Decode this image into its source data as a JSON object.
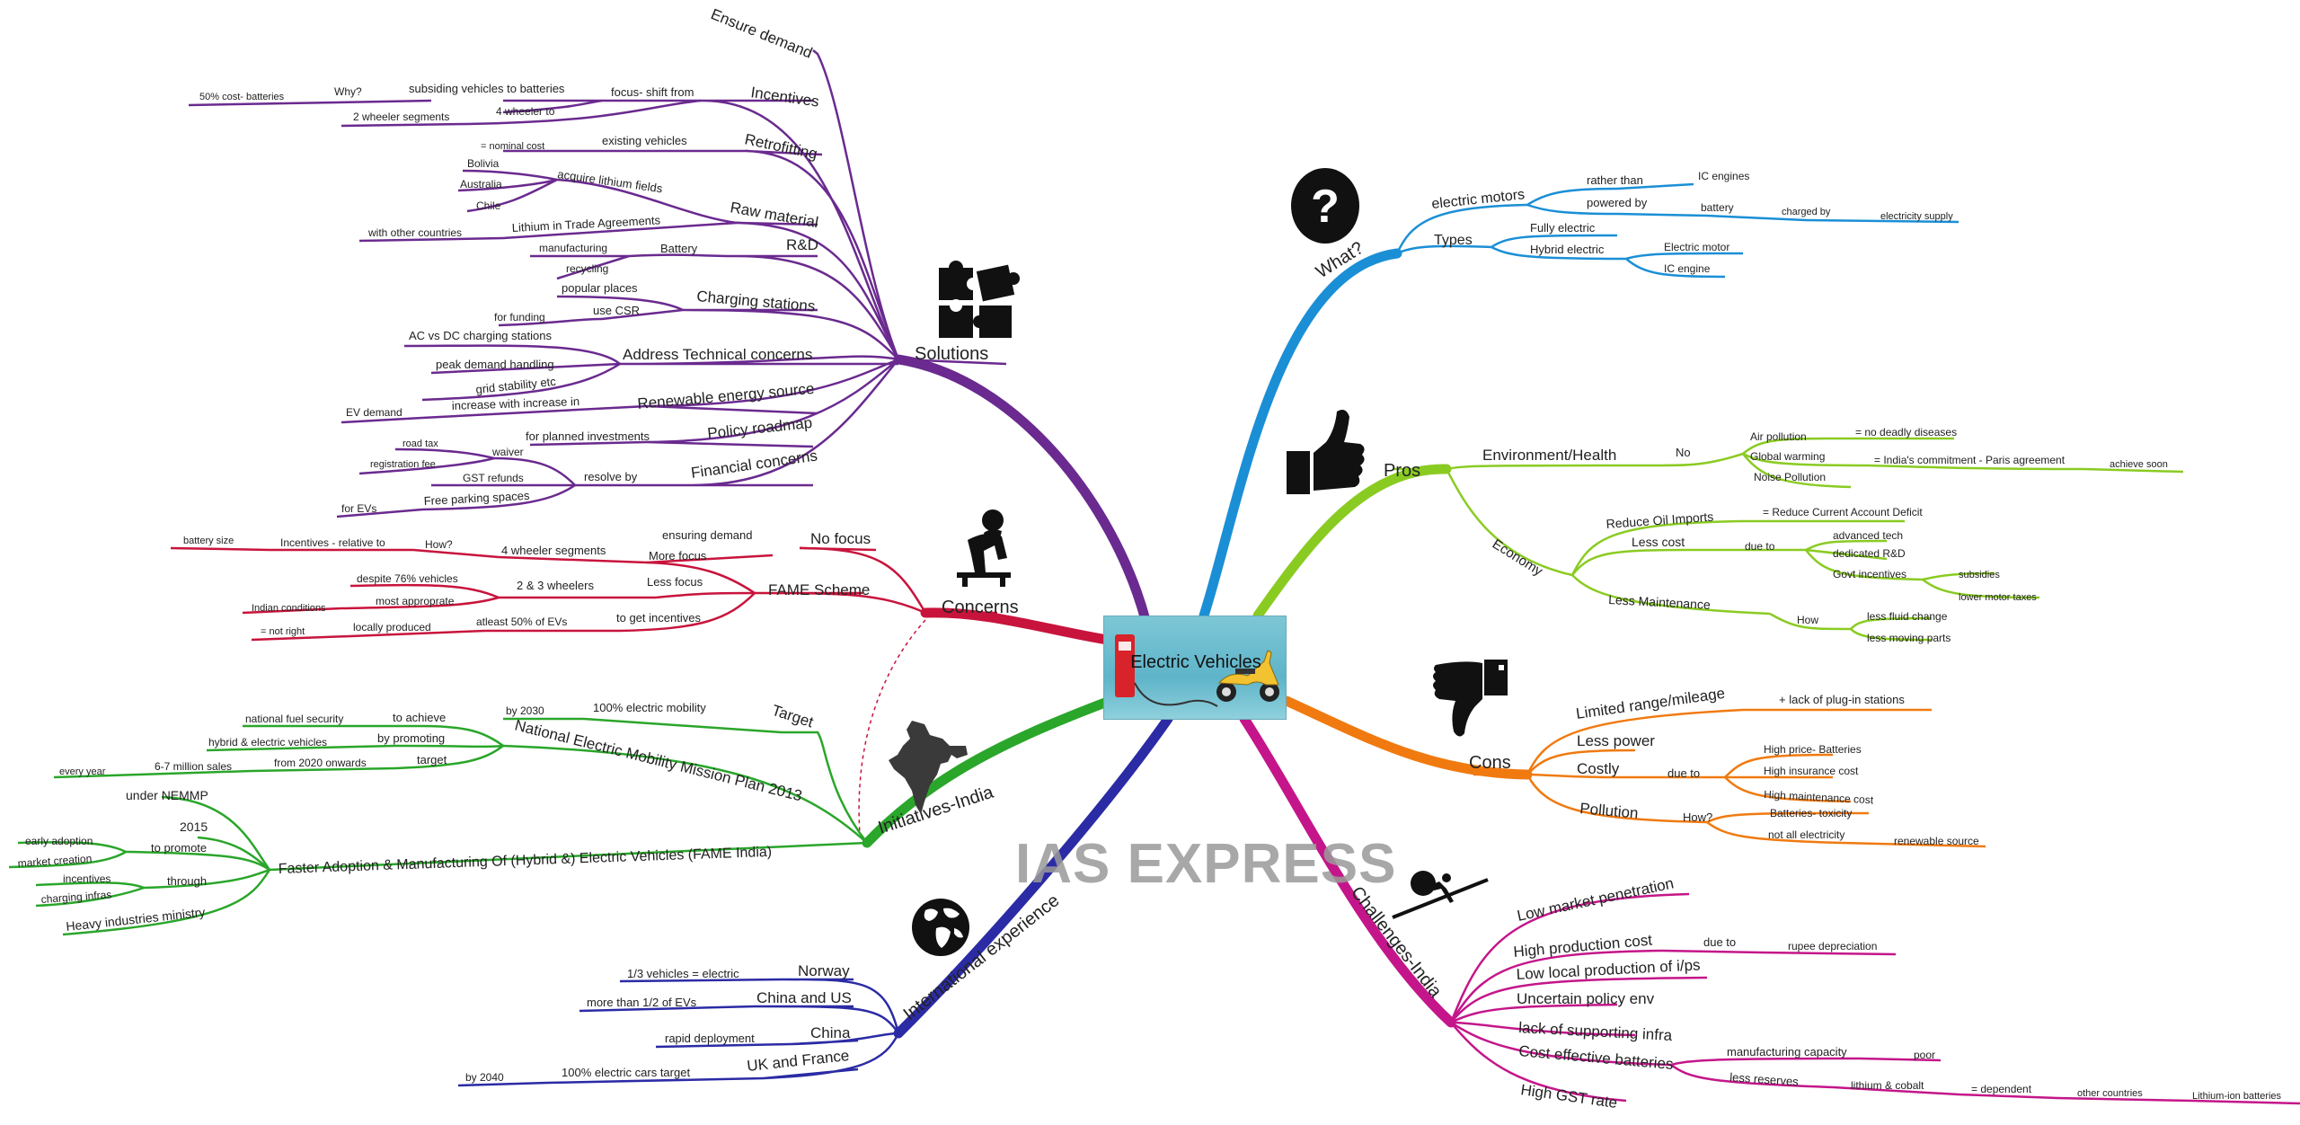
{
  "center": {
    "title": "Electric Vehicles"
  },
  "watermark": "IAS EXPRESS",
  "colors": {
    "solutions": "#6a2a8f",
    "concerns": "#c8143c",
    "initiatives": "#2aa62a",
    "international": "#2b2ba5",
    "challenges": "#c4168a",
    "cons": "#f07a10",
    "pros": "#8acb22",
    "what": "#1b8fd6"
  },
  "icons": {
    "solutions": "puzzle-icon",
    "concerns": "worried-person-icon",
    "initiatives": "india-map-icon",
    "international": "globe-icon",
    "challenges": "pushing-boulder-icon",
    "cons": "thumbs-down-icon",
    "pros": "thumbs-up-icon",
    "what": "question-icon"
  },
  "branches": {
    "solutions": {
      "label": "Solutions",
      "ensure_demand": "Ensure demand",
      "incentives": "Incentives",
      "focus_shift": "focus- shift from",
      "subsiding": "subsiding vehicles to batteries",
      "why": "Why?",
      "cost_batteries": "50% cost- batteries",
      "four_wheeler_to": "4 wheeler to",
      "two_wheeler_segments": "2 wheeler segments",
      "retrofitting": "Retrofitting",
      "existing_vehicles": "existing vehicles",
      "nominal_cost": "= nominal cost",
      "raw_material": "Raw material",
      "acquire_lithium": "acquire lithium fields",
      "bolivia": "Bolivia",
      "australia": "Australia",
      "chile": "Chile",
      "lithium_trade": "Lithium in Trade Agreements",
      "other_countries": "with other countries",
      "rnd": "R&D",
      "battery": "Battery",
      "manufacturing": "manufacturing",
      "recycling": "recycling",
      "charging_stations": "Charging stations",
      "popular_places": "popular places",
      "use_csr": "use CSR",
      "for_funding": "for funding",
      "technical_concerns": "Address Technical concerns",
      "ac_dc": "AC vs DC charging stations",
      "peak_demand": "peak demand handling",
      "grid_stability": "grid stability etc",
      "renewable": "Renewable energy source",
      "increase_with": "increase with increase in",
      "ev_demand": "EV demand",
      "policy_roadmap": "Policy roadmap",
      "planned_investments": "for planned investments",
      "financial_concerns": "Financial concerns",
      "resolve_by": "resolve by",
      "waiver": "waiver",
      "road_tax": "road tax",
      "registration_fee": "registration fee",
      "gst_refunds": "GST refunds",
      "free_parking": "Free parking spaces",
      "for_evs": "for EVs"
    },
    "concerns": {
      "label": "Concerns",
      "no_focus": "No focus",
      "ensuring_demand": "ensuring demand",
      "fame_scheme": "FAME Scheme",
      "more_focus": "More focus",
      "four_wheeler_segments": "4 wheeler segments",
      "how": "How?",
      "incentives_relative": "Incentives - relative to",
      "battery_size": "battery size",
      "less_focus": "Less focus",
      "two_three_wheelers": "2 & 3 wheelers",
      "despite_76": "despite 76% vehicles",
      "most_appropriate": "most approprate",
      "indian_conditions": "Indian conditions",
      "to_get_incentives": "to get incentives",
      "atleast_50": "atleast 50% of EVs",
      "locally_produced": "locally produced",
      "not_right": "= not right"
    },
    "initiatives": {
      "label": "Initiatives-India",
      "nemmp": "National Electric Mobility Mission Plan 2013",
      "target": "Target",
      "electric_mobility": "100% electric mobility",
      "by_2030": "by 2030",
      "to_achieve": "to achieve",
      "national_fuel": "national fuel security",
      "by_promoting": "by promoting",
      "hybrid_electric": "hybrid & electric vehicles",
      "target2": "target",
      "from_2020": "from 2020 onwards",
      "six_seven_million": "6-7 million sales",
      "every_year": "every year",
      "fame_india": "Faster Adoption & Manufacturing Of (Hybrid &) Electric Vehicles (FAME India)",
      "under_nemmp": "under NEMMP",
      "year_2015": "2015",
      "to_promote": "to promote",
      "early_adoption": "early adoption",
      "market_creation": "market creation",
      "through": "through",
      "incentives": "incentives",
      "charging_infras": "charging infras",
      "heavy_industries": "Heavy industries ministry"
    },
    "international": {
      "label": "International experience",
      "norway": "Norway",
      "one_third": "1/3 vehicles = electric",
      "china_us": "China and US",
      "more_than_half": "more than 1/2 of EVs",
      "china": "China",
      "rapid_deployment": "rapid deployment",
      "uk_france": "UK and France",
      "electric_cars_target": "100% electric cars target",
      "by_2040": "by 2040"
    },
    "challenges": {
      "label": "Challenges-India",
      "low_market": "Low market penetration",
      "high_production": "High production cost",
      "due_to": "due to",
      "rupee": "rupee depreciation",
      "low_local": "Low local production of i/ps",
      "uncertain_policy": "Uncertain policy env",
      "lack_infra": "lack of supporting infra",
      "cost_effective": "Cost effective batteries",
      "manufacturing_capacity": "manufacturing capacity",
      "poor": "poor",
      "less_reserves": "less reserves",
      "lithium_cobalt": "lithium & cobalt",
      "dependent": "= dependent",
      "other_countries": "other countries",
      "lithium_ion": "Lithium-ion batteries",
      "high_gst": "High GST rate"
    },
    "cons": {
      "label": "Cons",
      "limited_range": "Limited range/mileage",
      "lack_plugin": "+ lack of plug-in stations",
      "less_power": "Less power",
      "costly": "Costly",
      "due_to": "due to",
      "high_price": "High price- Batteries",
      "high_insurance": "High insurance cost",
      "high_maintenance": "High maintenance cost",
      "pollution": "Pollution",
      "how": "How?",
      "toxicity": "Batteries- toxicity",
      "not_all": "not all electricity",
      "renewable_source": "renewable source"
    },
    "pros": {
      "label": "Pros",
      "env_health": "Environment/Health",
      "no": "No",
      "air_pollution": "Air pollution",
      "no_deadly": "= no deadly diseases",
      "global_warming": "Global warming",
      "paris": "= India's commitment - Paris agreement",
      "achieve_soon": "achieve soon",
      "noise_pollution": "Noise Pollution",
      "economy": "Economy",
      "reduce_oil": "Reduce Oil Imports",
      "reduce_cad": "= Reduce Current Account Deficit",
      "less_cost": "Less cost",
      "due_to": "due to",
      "advanced_tech": "advanced tech",
      "dedicated_rnd": "dedicated R&D",
      "govt_incentives": "Govt incentives",
      "subsidies": "subsidies",
      "lower_motor": "lower motor taxes",
      "less_maintenance": "Less Maintenance",
      "how": "How",
      "less_fluid": "less fluid change",
      "less_moving": "less moving parts"
    },
    "what": {
      "label": "What?",
      "electric_motors": "electric motors",
      "rather_than": "rather than",
      "ic_engines": "IC engines",
      "powered_by": "powered by",
      "battery": "battery",
      "charged_by": "charged by",
      "electricity_supply": "electricity supply",
      "types": "Types",
      "fully_electric": "Fully electric",
      "hybrid_electric": "Hybrid electric",
      "electric_motor": "Electric motor",
      "ic_engine": "IC engine"
    }
  }
}
